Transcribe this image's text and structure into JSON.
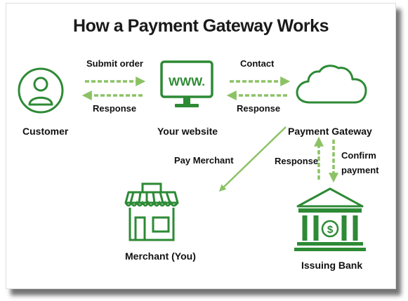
{
  "title": "How a Payment Gateway Works",
  "colors": {
    "icon": "#2d8a35",
    "arrow": "#8cc265",
    "text": "#111111"
  },
  "nodes": {
    "customer": {
      "label": "Customer",
      "icon": "user-icon"
    },
    "website": {
      "label": "Your website",
      "icon": "monitor-icon",
      "screen_text": "WWW."
    },
    "gateway": {
      "label": "Payment Gateway",
      "icon": "cloud-icon"
    },
    "merchant": {
      "label": "Merchant (You)",
      "icon": "store-icon"
    },
    "bank": {
      "label": "Issuing Bank",
      "icon": "bank-icon"
    }
  },
  "edges": {
    "submit_order": "Submit order",
    "response_1": "Response",
    "contact": "Contact",
    "response_2": "Response",
    "pay_merchant": "Pay Merchant",
    "response_3": "Response",
    "confirm_payment": [
      "Confirm",
      "payment"
    ]
  }
}
